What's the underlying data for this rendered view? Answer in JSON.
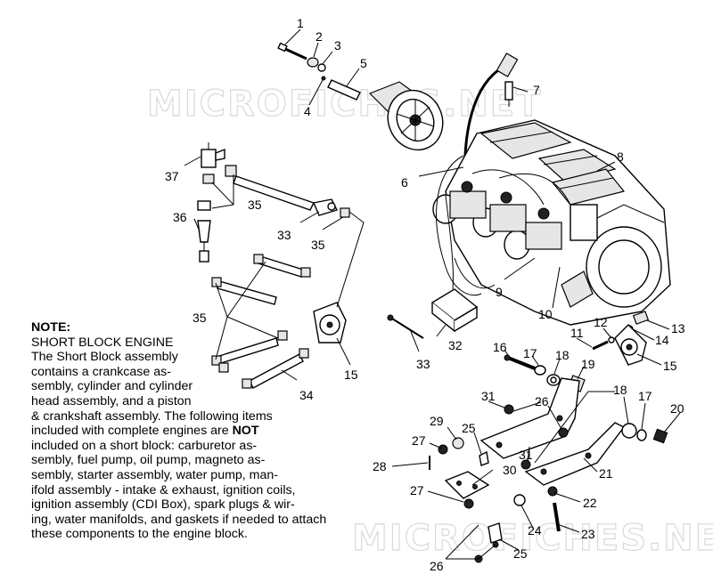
{
  "watermark": {
    "line1": "MICROFICHES.NET",
    "line2": "MICROFICHES.NET"
  },
  "note": {
    "title": "NOTE:",
    "line1": "SHORT BLOCK ENGINE",
    "line2": "The Short Block assembly",
    "line3": "contains a crankcase as-",
    "line4": "sembly, cylinder and cylinder",
    "line5": "head assembly, and a piston",
    "line6": "& crankshaft assembly.  The following items",
    "line7a": "included with complete engines are ",
    "line7b": "NOT",
    "line8": "included on a short block:  carburetor as-",
    "line9": "sembly, fuel pump, oil pump, magneto as-",
    "line10": "sembly, starter assembly, water pump, man-",
    "line11": "ifold assembly - intake & exhaust, ignition coils,",
    "line12": "ignition assembly (CDI Box), spark plugs & wir-",
    "line13": "ing, water manifolds, and gaskets if needed to attach",
    "line14": "these components to the engine block."
  },
  "callouts": {
    "c1": "1",
    "c2": "2",
    "c3": "3",
    "c4": "4",
    "c5": "5",
    "c6": "6",
    "c7": "7",
    "c8": "8",
    "c9": "9",
    "c10": "10",
    "c11": "11",
    "c12": "12",
    "c13": "13",
    "c14": "14",
    "c15a": "15",
    "c15b": "15",
    "c16": "16",
    "c17a": "17",
    "c17b": "17",
    "c18a": "18",
    "c18b": "18",
    "c19": "19",
    "c20": "20",
    "c21": "21",
    "c22": "22",
    "c23": "23",
    "c24": "24",
    "c25a": "25",
    "c25b": "25",
    "c26a": "26",
    "c26b": "26",
    "c27a": "27",
    "c27b": "27",
    "c28": "28",
    "c29": "29",
    "c30": "30",
    "c31a": "31",
    "c31b": "31",
    "c32": "32",
    "c33a": "33",
    "c33b": "33",
    "c34": "34",
    "c35a": "35",
    "c35b": "35",
    "c35c": "35",
    "c36": "36",
    "c37": "37"
  }
}
